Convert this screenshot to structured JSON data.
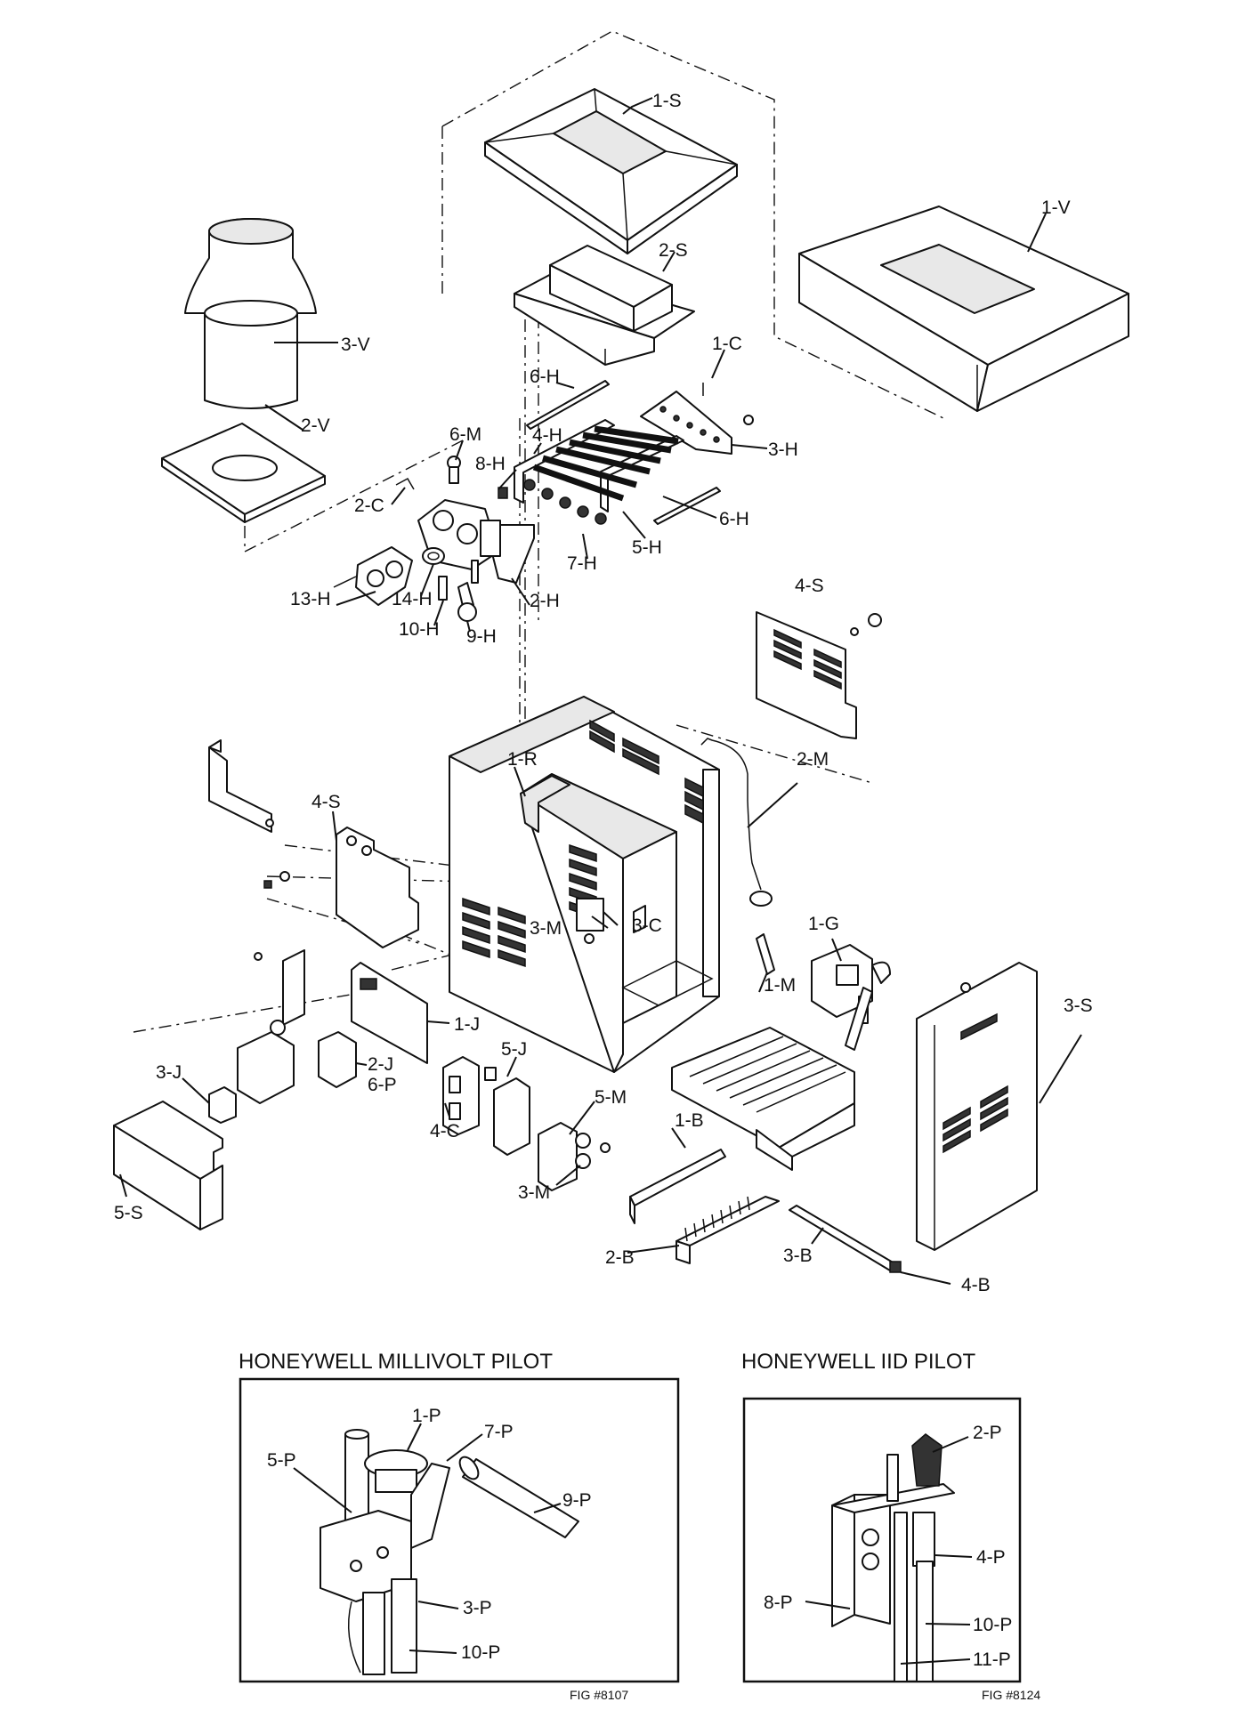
{
  "labels": {
    "1S": "1-S",
    "1V": "1-V",
    "2S": "2-S",
    "3V": "3-V",
    "1C": "1-C",
    "6H_top": "6-H",
    "2V": "2-V",
    "6M": "6-M",
    "4H": "4-H",
    "3H": "3-H",
    "8H": "8-H",
    "2C": "2-C",
    "6H_right": "6-H",
    "5H": "5-H",
    "7H": "7-H",
    "13H": "13-H",
    "14H": "14-H",
    "2H": "2-H",
    "10H": "10-H",
    "9H": "9-H",
    "4S_right": "4-S",
    "2M": "2-M",
    "1R": "1-R",
    "4S_left": "4-S",
    "1G": "1-G",
    "3M_top": "3-M",
    "3C": "3-C",
    "1M": "1-M",
    "3S": "3-S",
    "1J": "1-J",
    "3J": "3-J",
    "2J": "2-J",
    "5J": "5-J",
    "6P": "6-P",
    "5M": "5-M",
    "1B": "1-B",
    "4C": "4-C",
    "3M_bottom": "3-M",
    "5S": "5-S",
    "2B": "2-B",
    "3B": "3-B",
    "4B": "4-B"
  },
  "millivolt": {
    "title": "HONEYWELL MILLIVOLT PILOT",
    "labels": {
      "1P": "1-P",
      "7P": "7-P",
      "5P": "5-P",
      "9P": "9-P",
      "3P": "3-P",
      "10P": "10-P"
    },
    "fig": "FIG #8107"
  },
  "iid": {
    "title": "HONEYWELL IID PILOT",
    "labels": {
      "2P": "2-P",
      "4P": "4-P",
      "8P": "8-P",
      "10P": "10-P",
      "11P": "11-P"
    },
    "fig": "FIG #8124"
  }
}
